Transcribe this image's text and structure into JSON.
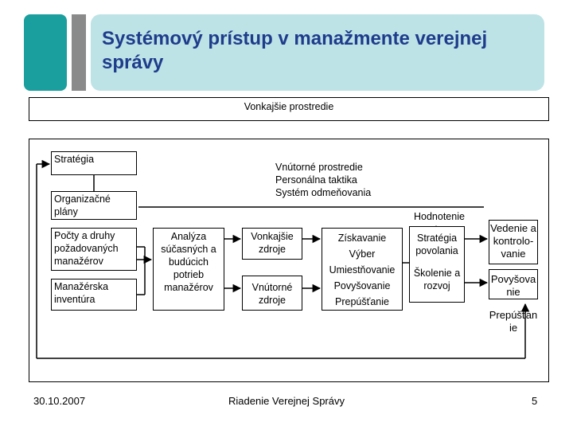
{
  "title": "Systémový prístup v manažmente verejnej správy",
  "external_env": "Vonkajšie prostredie",
  "internal_env": {
    "line1": "Vnútorné prostredie",
    "line2": "Personálna taktika",
    "line3": "Systém odmeňovania"
  },
  "left_boxes": {
    "strategy": "Stratégia",
    "org_plans": "Organizačné plány",
    "required_managers": "Počty a druhy požadovaných manažérov",
    "manager_inventory": "Manažérska inventúra"
  },
  "analysis": "Analýza súčasných a budúcich potrieb manažérov",
  "sources": {
    "external": "Vonkajšie zdroje",
    "internal": "Vnútorné zdroje"
  },
  "process": [
    "Získavanie",
    "Výber",
    "Umiestňovanie",
    "Povyšovanie",
    "Prepúšťanie"
  ],
  "evaluation": "Hodnotenie",
  "career": {
    "strategy": "Stratégia povolania",
    "training": "Školenie a rozvoj"
  },
  "right_column": {
    "leadership": "Vedenie a kontrolo-vanie",
    "promotion": "Povyšova nie",
    "dismissal": "Prepúšťan ie"
  },
  "footer": {
    "date": "30.10.2007",
    "center": "Riadenie Verejnej Správy",
    "page": "5"
  }
}
